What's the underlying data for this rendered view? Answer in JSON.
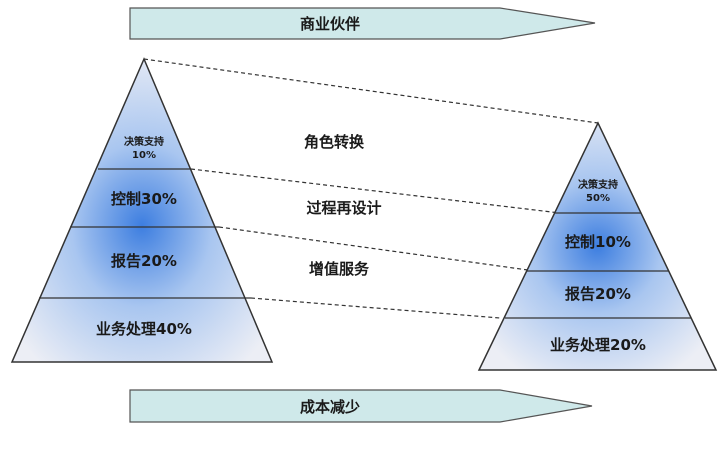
{
  "top_arrow": {
    "label": "商业伙伴"
  },
  "bottom_arrow": {
    "label": "成本减少"
  },
  "transitions": [
    "角色转换",
    "过程再设计",
    "增值服务"
  ],
  "left_pyramid": {
    "layers": [
      {
        "line1": "决策支持",
        "line2": "10%"
      },
      {
        "line1": "控制30%"
      },
      {
        "line1": "报告20%"
      },
      {
        "line1": "业务处理40%"
      }
    ]
  },
  "right_pyramid": {
    "layers": [
      {
        "line1": "决策支持",
        "line2": "50%"
      },
      {
        "line1": "控制10%"
      },
      {
        "line1": "报告20%"
      },
      {
        "line1": "业务处理20%"
      }
    ]
  },
  "colors": {
    "arrow_fill": "#cfe9ea",
    "arrow_stroke": "#555555",
    "pyramid_glow": "#3d7ee0",
    "pyramid_edge": "#e8ebf3",
    "outline": "#333333"
  }
}
